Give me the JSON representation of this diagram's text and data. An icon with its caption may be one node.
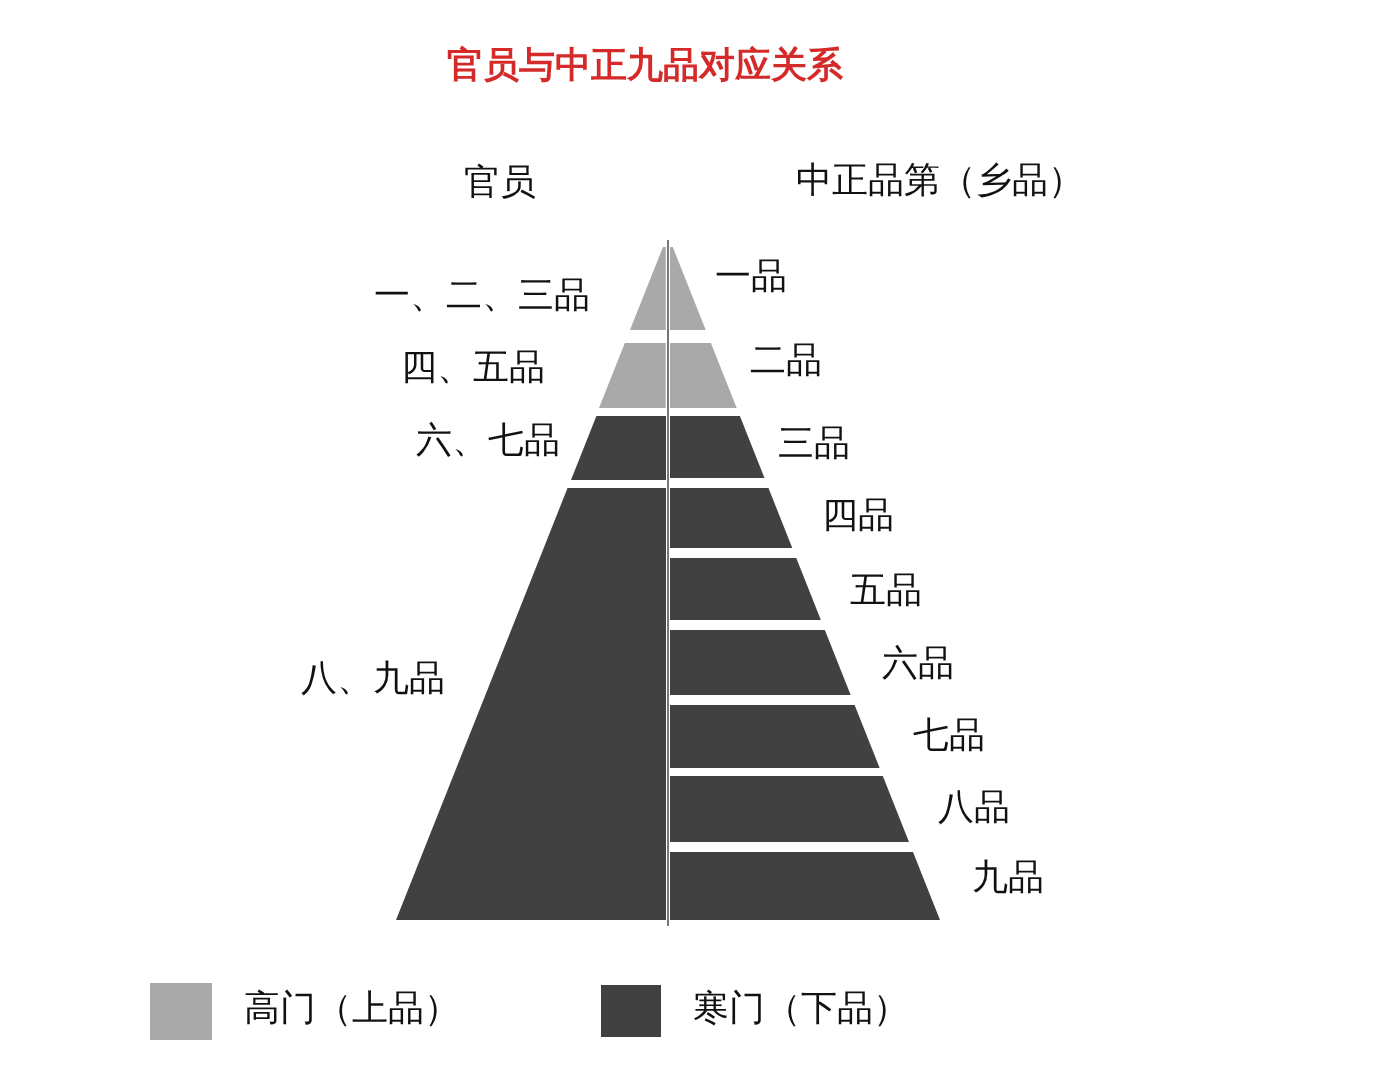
{
  "diagram": {
    "title": "官员与中正九品对应关系",
    "nodes": [
      {
        "text": [],
        "shape": "band",
        "beside": [
          "一、二、三品"
        ]
      },
      {
        "text": [],
        "shape": "band",
        "beside": [
          "四、五品"
        ]
      },
      {
        "text": [],
        "shape": "band",
        "beside": [
          "六、七品"
        ]
      },
      {
        "text": [],
        "shape": "band",
        "beside": [
          "八、九品"
        ]
      },
      {
        "text": [],
        "shape": "band",
        "beside": [
          "一品"
        ]
      },
      {
        "text": [],
        "shape": "band",
        "beside": [
          "二品"
        ]
      },
      {
        "text": [],
        "shape": "band",
        "beside": [
          "三品"
        ]
      },
      {
        "text": [],
        "shape": "band",
        "beside": [
          "四品"
        ]
      },
      {
        "text": [],
        "shape": "band",
        "beside": [
          "五品"
        ]
      },
      {
        "text": [],
        "shape": "band",
        "beside": [
          "六品"
        ]
      },
      {
        "text": [],
        "shape": "band",
        "beside": [
          "七品"
        ]
      },
      {
        "text": [],
        "shape": "band",
        "beside": [
          "八品"
        ]
      },
      {
        "text": [],
        "shape": "band",
        "beside": [
          "九品"
        ]
      }
    ],
    "labels": [
      "官员",
      "中正品第（乡品）"
    ],
    "legend": [
      {
        "text": "高门（上品）",
        "color": "#a9a9a9"
      },
      {
        "text": "寒门（下品）",
        "color": "#414141"
      }
    ]
  }
}
